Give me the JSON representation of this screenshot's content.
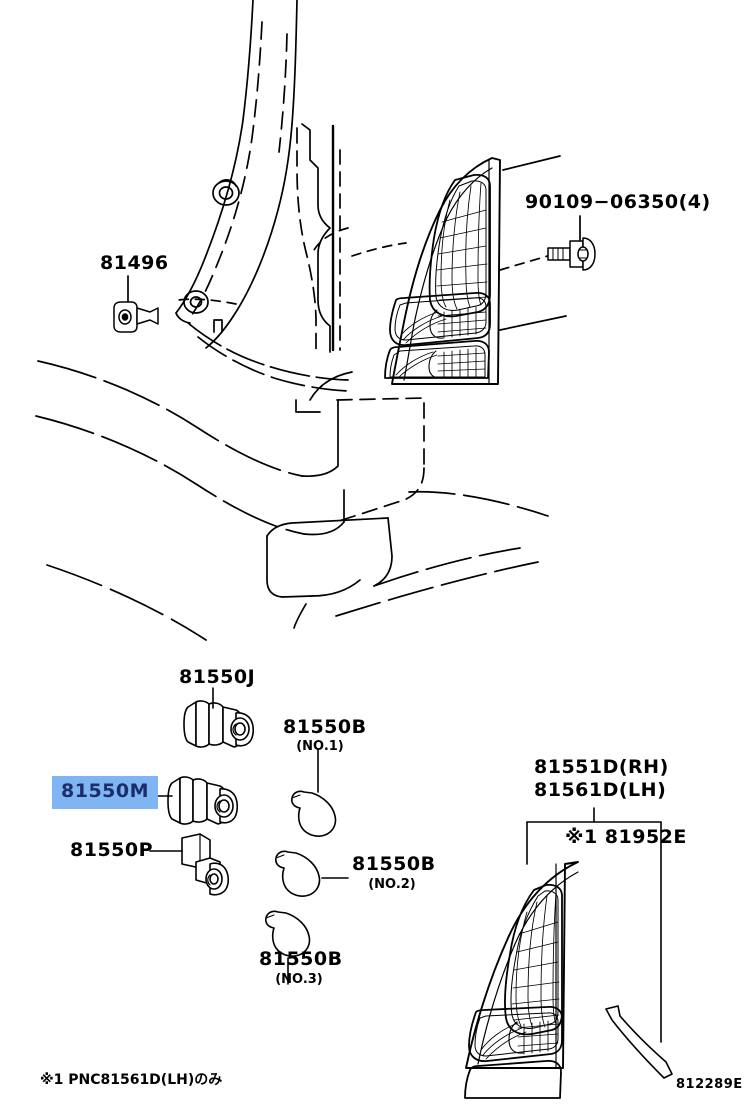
{
  "diagram": {
    "id": "812289E",
    "footnote": "※1 PNC81561D(LH)のみ",
    "upper_labels": {
      "clip": "81496",
      "bolt": "90109−06350(4)"
    },
    "lower_labels": {
      "socket_j": "81550J",
      "socket_m": "81550M",
      "socket_p": "81550P",
      "bulb1_main": "81550B",
      "bulb1_sub": "(NO.1)",
      "bulb2_main": "81550B",
      "bulb2_sub": "(NO.2)",
      "bulb3_main": "81550B",
      "bulb3_sub": "(NO.3)",
      "lamp_rh": "81551D(RH)",
      "lamp_lh": "81561D(LH)",
      "gasket": "※1 81952E"
    },
    "highlight": {
      "part": "81550M",
      "background": "#7FB5F2",
      "text_color": "#1B2E6B"
    },
    "colors": {
      "line": "#000000",
      "background": "#FFFFFF"
    }
  }
}
